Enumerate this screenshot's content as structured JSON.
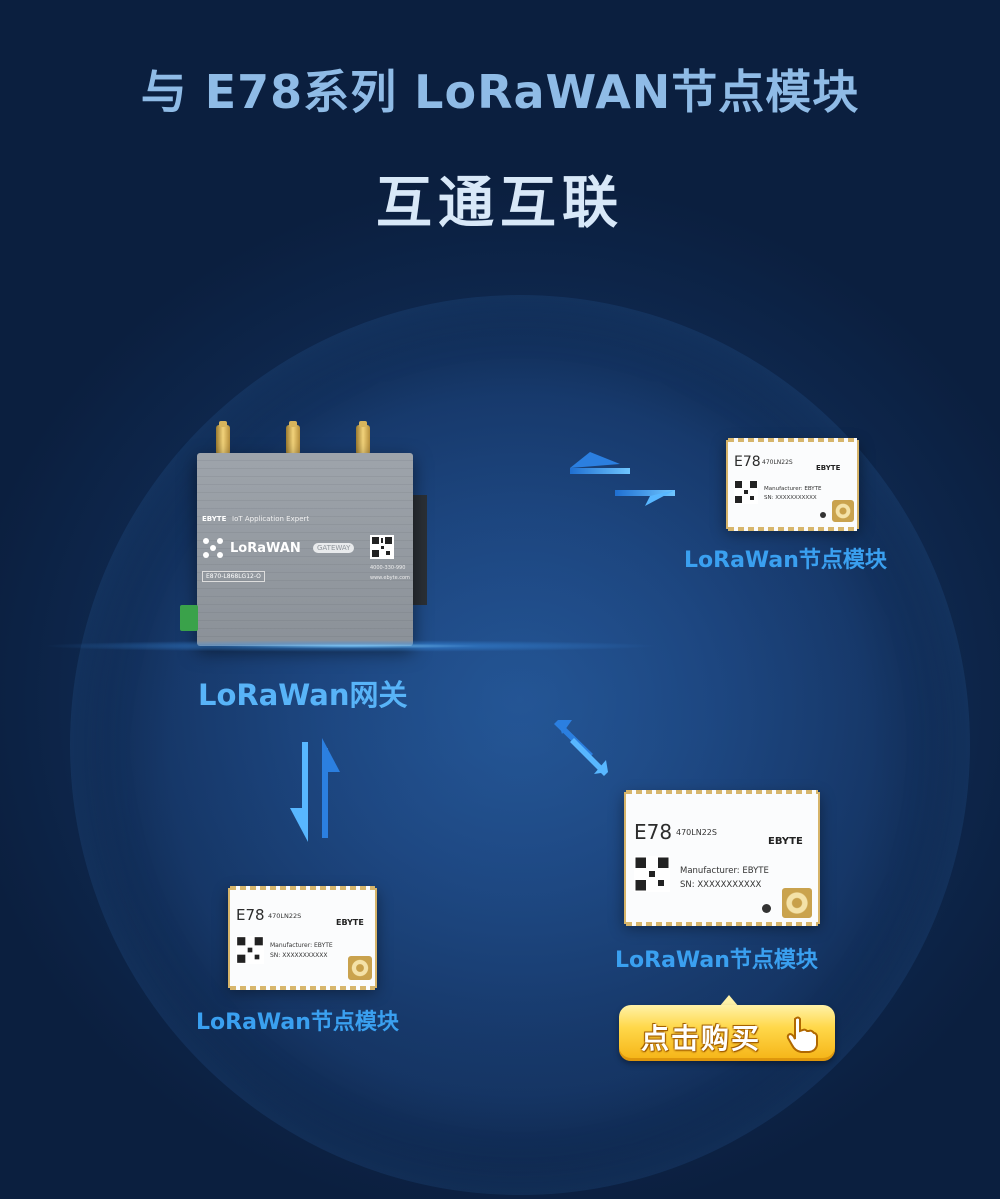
{
  "title_line1": "与 E78系列 LoRaWAN节点模块",
  "title_line2": "互通互联",
  "gateway": {
    "label": "LoRaWan网关",
    "brand": "EBYTE",
    "tagline": "IoT Application Expert",
    "product": "LoRaWAN",
    "badge": "GATEWAY",
    "model": "E870-L868LG12-O",
    "phone": "4000-330-990",
    "website": "www.ebyte.com"
  },
  "modules": [
    {
      "series": "E78",
      "model": "470LN22S",
      "brand": "EBYTE",
      "manufacturer": "Manufacturer: EBYTE",
      "sn": "SN: XXXXXXXXXXX",
      "label": "LoRaWan节点模块"
    },
    {
      "series": "E78",
      "model": "470LN22S",
      "brand": "EBYTE",
      "manufacturer": "Manufacturer: EBYTE",
      "sn": "SN: XXXXXXXXXXX",
      "label": "LoRaWan节点模块"
    },
    {
      "series": "E78",
      "model": "470LN22S",
      "brand": "EBYTE",
      "manufacturer": "Manufacturer: EBYTE",
      "sn": "SN: XXXXXXXXXXX",
      "label": "LoRaWan节点模块"
    }
  ],
  "buy_button": {
    "label": "点击购买"
  },
  "colors": {
    "accent": "#3aa0f0",
    "title": "#8fbbe6",
    "button": "#ffd84a",
    "module_border": "#d6b46a"
  },
  "icons": [
    "arrow-exchange-icon",
    "hand-pointer-icon",
    "qr-code-icon",
    "antenna-connector-icon",
    "ebyte-logo-icon"
  ]
}
